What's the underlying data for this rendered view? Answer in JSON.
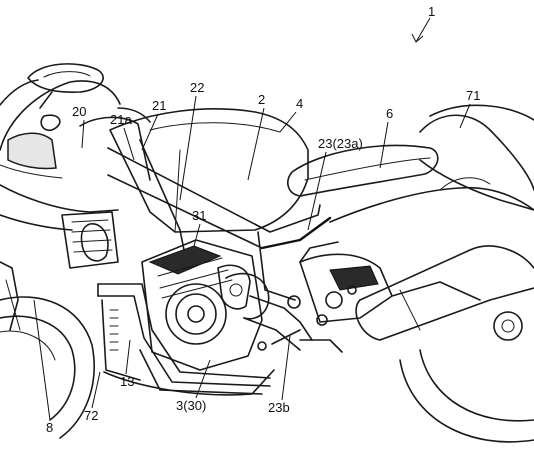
{
  "figure": {
    "labels": {
      "ref_1": "1",
      "ref_2": "2",
      "ref_4": "4",
      "ref_6": "6",
      "ref_71": "71",
      "ref_20": "20",
      "ref_21a": "21a",
      "ref_21": "21",
      "ref_22": "22",
      "ref_23": "23(23a)",
      "ref_31": "31",
      "ref_8": "8",
      "ref_72": "72",
      "ref_13": "13",
      "ref_3": "3(30)",
      "ref_23b": "23b"
    }
  }
}
